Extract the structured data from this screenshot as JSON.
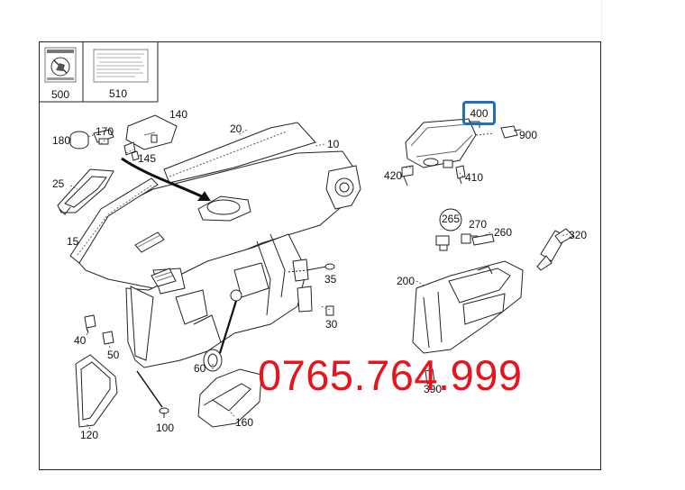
{
  "labels": {
    "l500": "500",
    "l510": "510",
    "l140": "140",
    "l170": "170",
    "l180": "180",
    "l145": "145",
    "l20": "20",
    "l10": "10",
    "l25": "25",
    "l15": "15",
    "l400": "400",
    "l900": "900",
    "l420": "420",
    "l410": "410",
    "l265": "265",
    "l270": "270",
    "l260": "260",
    "l320": "320",
    "l200": "200",
    "l35": "35",
    "l30": "30",
    "l40": "40",
    "l50": "50",
    "l60": "60",
    "l100": "100",
    "l120": "120",
    "l160": "160",
    "l390": "390"
  },
  "phone": "0765.764.999",
  "colors": {
    "phone": "#e8141b",
    "highlight": "#1f6fb8",
    "line": "#222222"
  },
  "icons": {
    "airbag_warning_label": "child-seat-warning-icon"
  }
}
